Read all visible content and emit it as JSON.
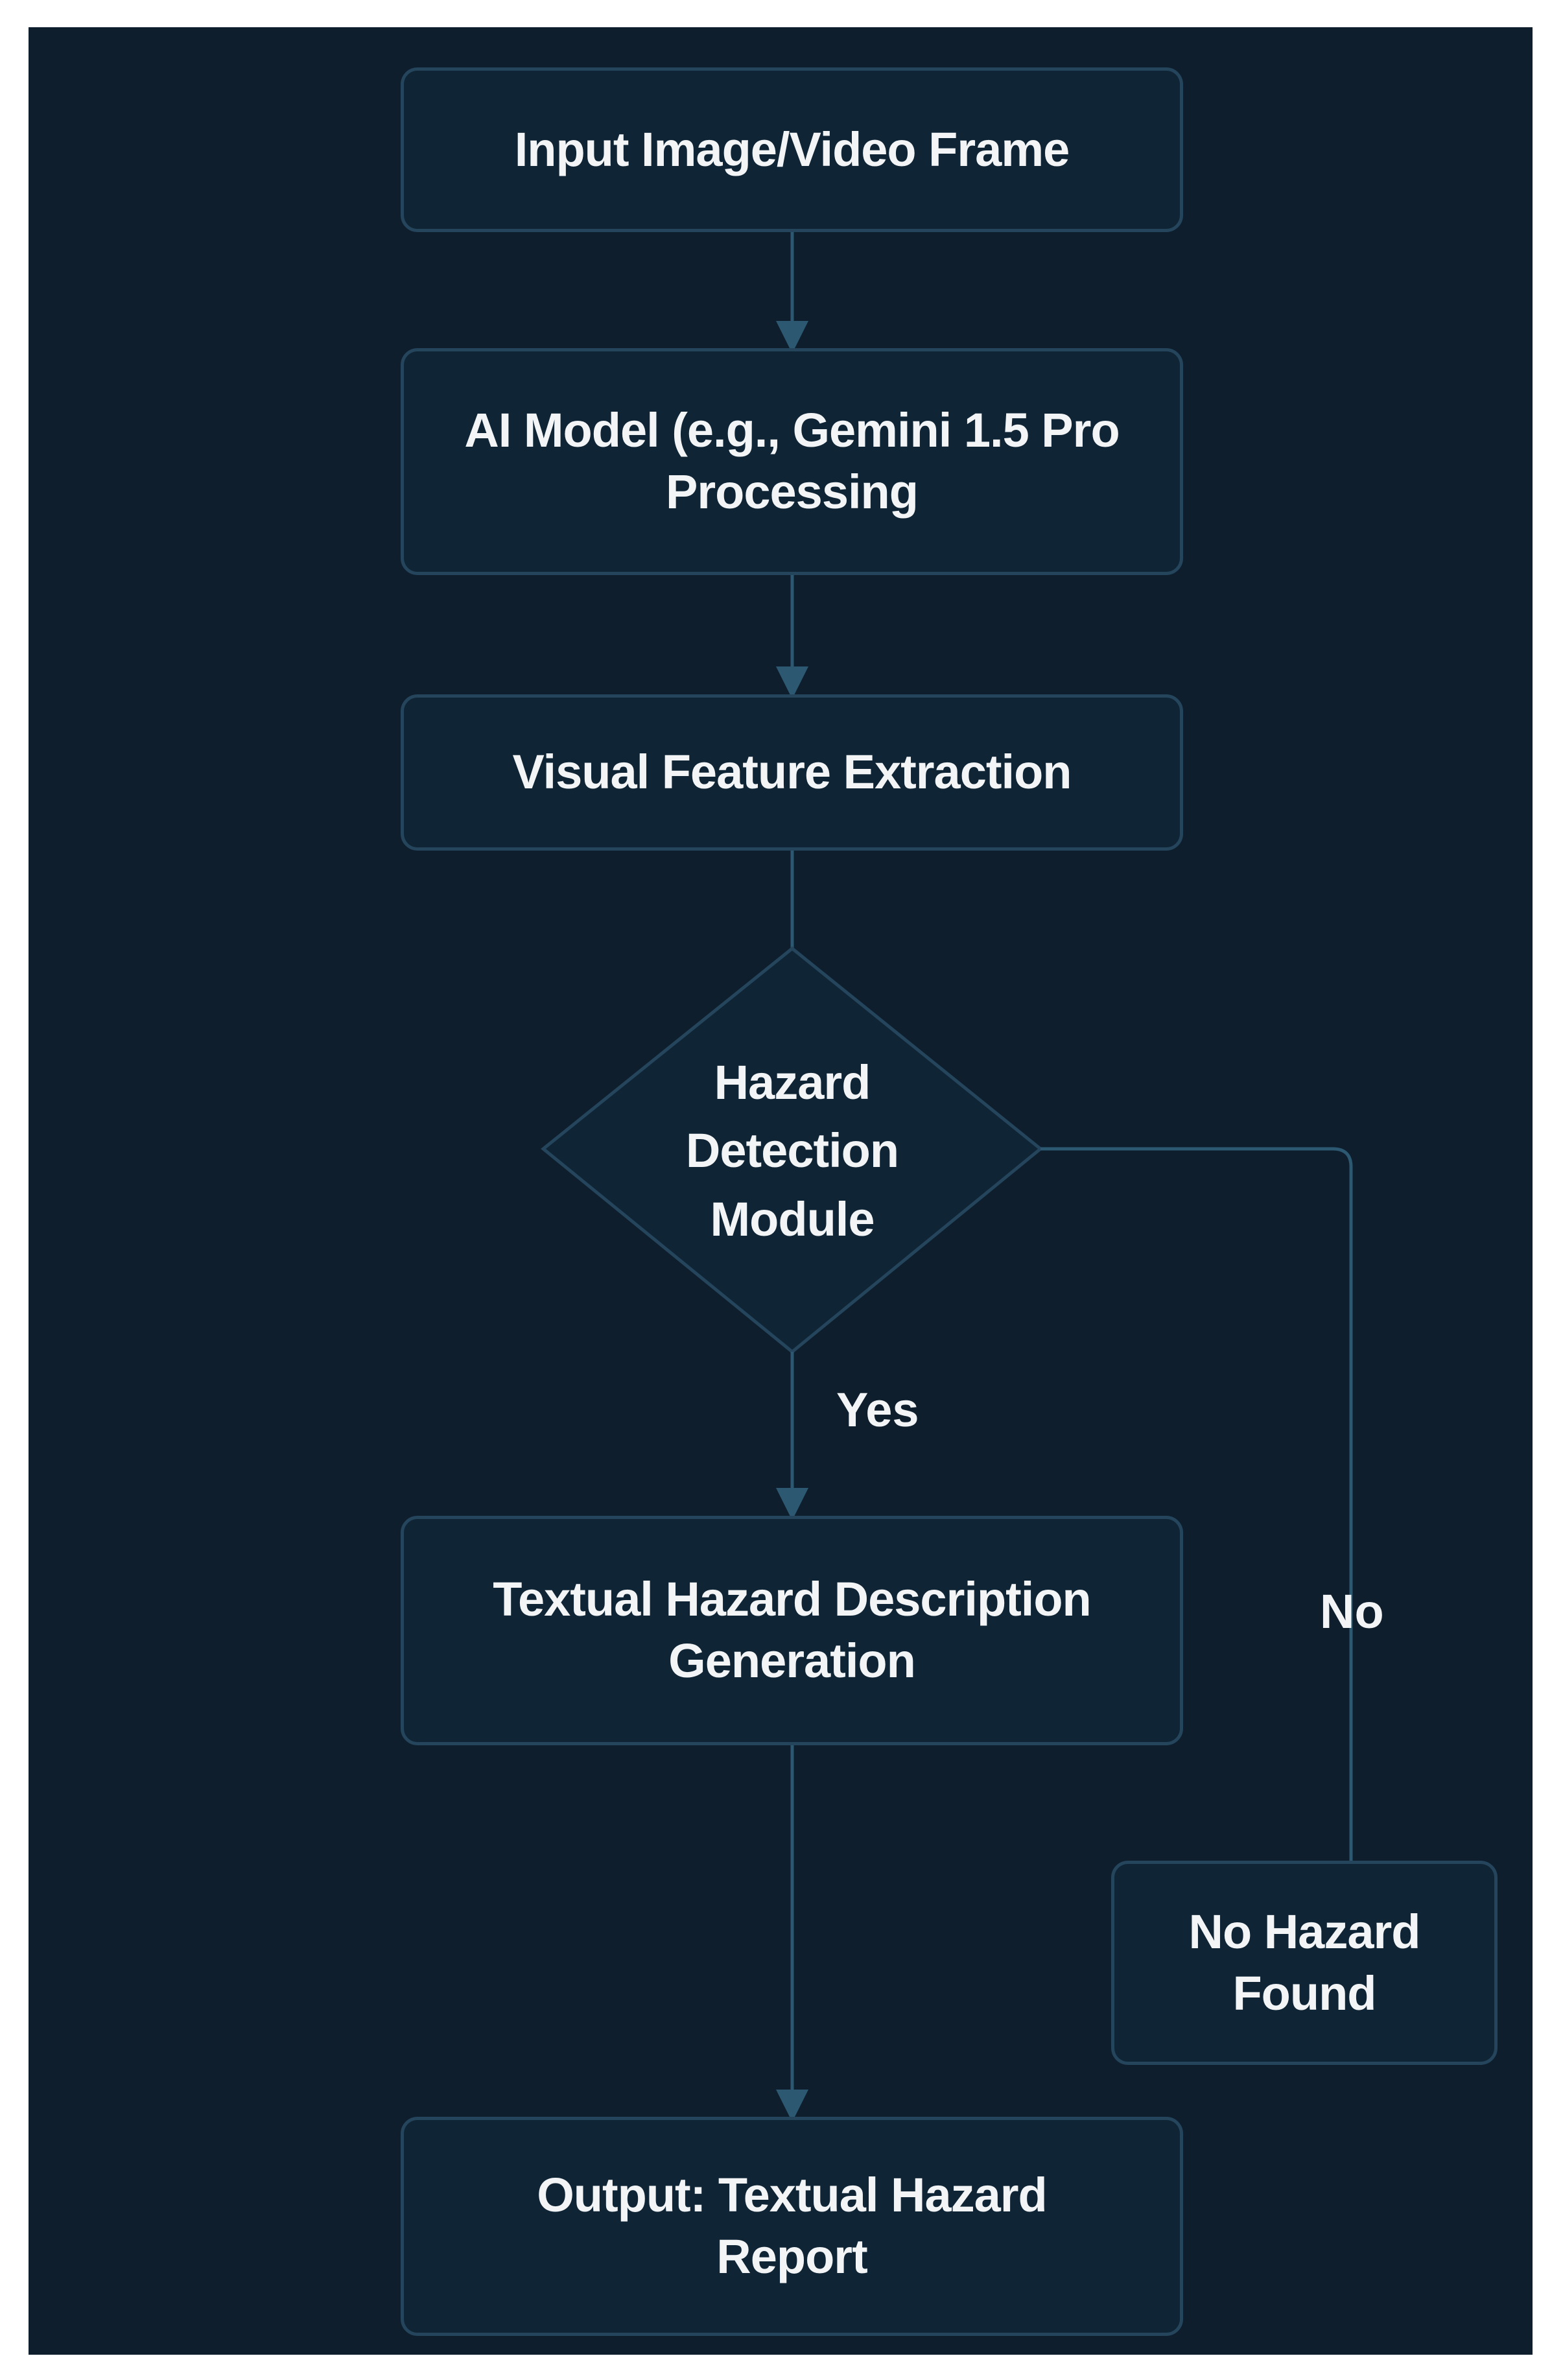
{
  "diagram": {
    "type": "flowchart",
    "colors": {
      "background": "#0e1e2c",
      "node_fill": "#0f2434",
      "node_border": "#24455c",
      "edge": "#2c5871",
      "text": "#f2f4f6"
    },
    "nodes": {
      "input": {
        "label": "Input Image/Video Frame",
        "shape": "rounded-rectangle"
      },
      "model": {
        "label": "AI Model (e.g., Gemini 1.5 Pro Processing",
        "shape": "rounded-rectangle"
      },
      "extract": {
        "label": "Visual Feature Extraction",
        "shape": "rounded-rectangle"
      },
      "detect": {
        "label": "Hazard Detection Module",
        "shape": "diamond"
      },
      "describe": {
        "label": "Textual Hazard Description Generation",
        "shape": "rounded-rectangle"
      },
      "none": {
        "label": "No Hazard Found",
        "shape": "rounded-rectangle"
      },
      "output": {
        "label": "Output: Textual Hazard Report",
        "shape": "rounded-rectangle"
      }
    },
    "edges": [
      {
        "from": "input",
        "to": "model",
        "label": ""
      },
      {
        "from": "model",
        "to": "extract",
        "label": ""
      },
      {
        "from": "extract",
        "to": "detect",
        "label": ""
      },
      {
        "from": "detect",
        "to": "describe",
        "label": "Yes"
      },
      {
        "from": "detect",
        "to": "none",
        "label": "No"
      },
      {
        "from": "describe",
        "to": "output",
        "label": ""
      }
    ]
  }
}
